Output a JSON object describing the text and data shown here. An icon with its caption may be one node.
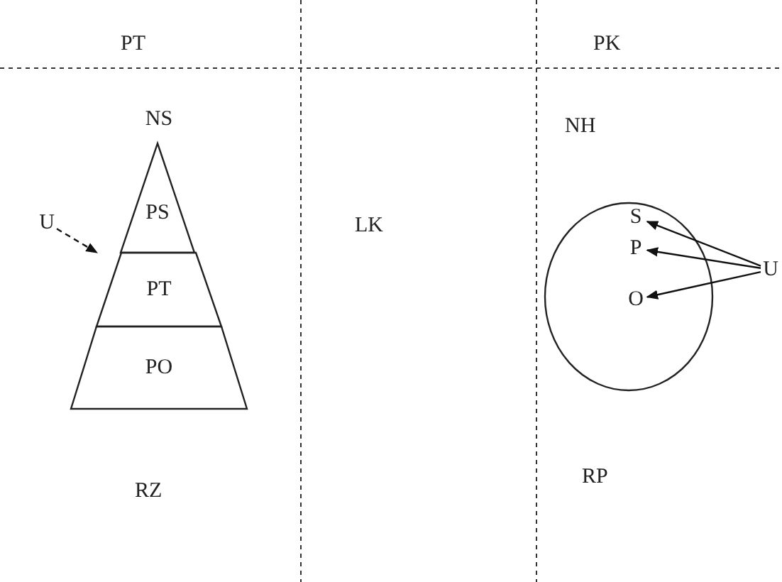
{
  "diagram": {
    "nodes": [
      {
        "text": [
          "NS"
        ]
      },
      {
        "text": [
          "PS"
        ],
        "in": 0
      },
      {
        "text": [
          "PT"
        ],
        "in": 0
      },
      {
        "text": [
          "PO"
        ],
        "in": 0
      },
      {
        "text": [
          "U"
        ]
      },
      {
        "text": [],
        "shape": "ellipse"
      },
      {
        "text": [
          "S"
        ],
        "in": 5
      },
      {
        "text": [
          "P"
        ],
        "in": 5
      },
      {
        "text": [
          "O"
        ],
        "in": 5
      },
      {
        "text": [
          "U"
        ]
      }
    ],
    "edges": [
      {
        "from": 4,
        "to": 2,
        "arrow": "to",
        "style": "dashed"
      },
      {
        "from": 9,
        "to": 6,
        "arrow": "to"
      },
      {
        "from": 9,
        "to": 7,
        "arrow": "to"
      },
      {
        "from": 9,
        "to": 8,
        "arrow": "to"
      }
    ],
    "labels": [
      "PT",
      "PK",
      "NH",
      "LK",
      "RZ",
      "RP"
    ]
  }
}
